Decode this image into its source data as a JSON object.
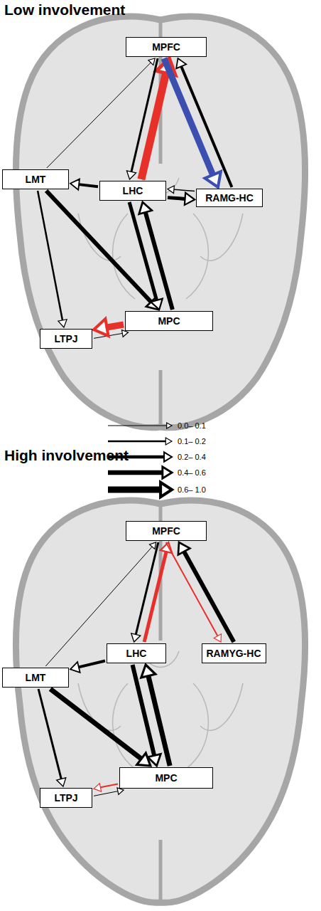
{
  "diagram": {
    "nodes": [
      {
        "text": [
          "MPFC"
        ]
      },
      {
        "text": [
          "LMT"
        ]
      },
      {
        "text": [
          "LHC"
        ]
      },
      {
        "text": [
          "RAMG-HC"
        ]
      },
      {
        "text": [
          "MPC"
        ]
      },
      {
        "text": [
          "LTPJ"
        ]
      },
      {
        "text": [
          "MPFC"
        ]
      },
      {
        "text": [
          "LMT"
        ]
      },
      {
        "text": [
          "LHC"
        ]
      },
      {
        "text": [
          "RAMYG-HC"
        ]
      },
      {
        "text": [
          "MPC"
        ]
      },
      {
        "text": [
          "LTPJ"
        ]
      }
    ],
    "edges": [
      {
        "from": 1,
        "to": 0,
        "arrow": "to"
      },
      {
        "from": 2,
        "to": 0,
        "arrow": "to"
      },
      {
        "from": 0,
        "to": 2,
        "arrow": "to"
      },
      {
        "from": 3,
        "to": 0,
        "arrow": "to"
      },
      {
        "from": 0,
        "to": 3,
        "arrow": "to"
      },
      {
        "from": 2,
        "to": 1,
        "arrow": "to"
      },
      {
        "from": 3,
        "to": 2,
        "arrow": "to"
      },
      {
        "from": 2,
        "to": 3,
        "arrow": "to"
      },
      {
        "from": 1,
        "to": 4,
        "arrow": "to"
      },
      {
        "from": 1,
        "to": 5,
        "arrow": "to"
      },
      {
        "from": 2,
        "to": 4,
        "arrow": "to"
      },
      {
        "from": 4,
        "to": 2,
        "arrow": "to"
      },
      {
        "from": 5,
        "to": 4,
        "arrow": "to"
      },
      {
        "from": 4,
        "to": 5,
        "arrow": "to"
      },
      {
        "from": 7,
        "to": 6,
        "arrow": "to"
      },
      {
        "from": 8,
        "to": 6,
        "arrow": "to"
      },
      {
        "from": 6,
        "to": 8,
        "arrow": "to"
      },
      {
        "from": 9,
        "to": 6,
        "arrow": "to"
      },
      {
        "from": 6,
        "to": 9,
        "arrow": "to"
      },
      {
        "from": 8,
        "to": 7,
        "arrow": "to"
      },
      {
        "from": 7,
        "to": 10,
        "arrow": "to"
      },
      {
        "from": 7,
        "to": 11,
        "arrow": "to"
      },
      {
        "from": 8,
        "to": 10,
        "arrow": "to"
      },
      {
        "from": 10,
        "to": 8,
        "arrow": "to"
      },
      {
        "from": 11,
        "to": 10,
        "arrow": "to"
      },
      {
        "from": 10,
        "to": 11,
        "arrow": "to"
      }
    ],
    "labels": [
      "Low involvement",
      "High involvement"
    ],
    "legend": [
      {
        "text": "0.0– 0.1"
      },
      {
        "text": "0.1– 0.2"
      },
      {
        "text": "0.2– 0.4"
      },
      {
        "text": "0.4– 0.6"
      },
      {
        "text": "0.6– 1.0"
      }
    ]
  }
}
